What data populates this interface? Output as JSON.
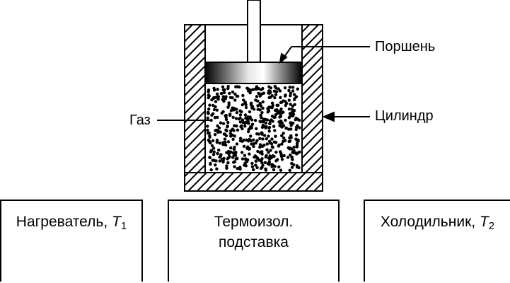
{
  "labels": {
    "piston": "Поршень",
    "cylinder": "Цилиндр",
    "gas": "Газ"
  },
  "boxes": {
    "heater": {
      "text": "Нагреватель, ",
      "symbol": "T",
      "sub": "1"
    },
    "insulator": {
      "line1": "Термоизол.",
      "line2": "подставка"
    },
    "cooler": {
      "text": "Холодильник, ",
      "symbol": "T",
      "sub": "2"
    }
  },
  "colors": {
    "line": "#000000",
    "background": "#ffffff"
  }
}
